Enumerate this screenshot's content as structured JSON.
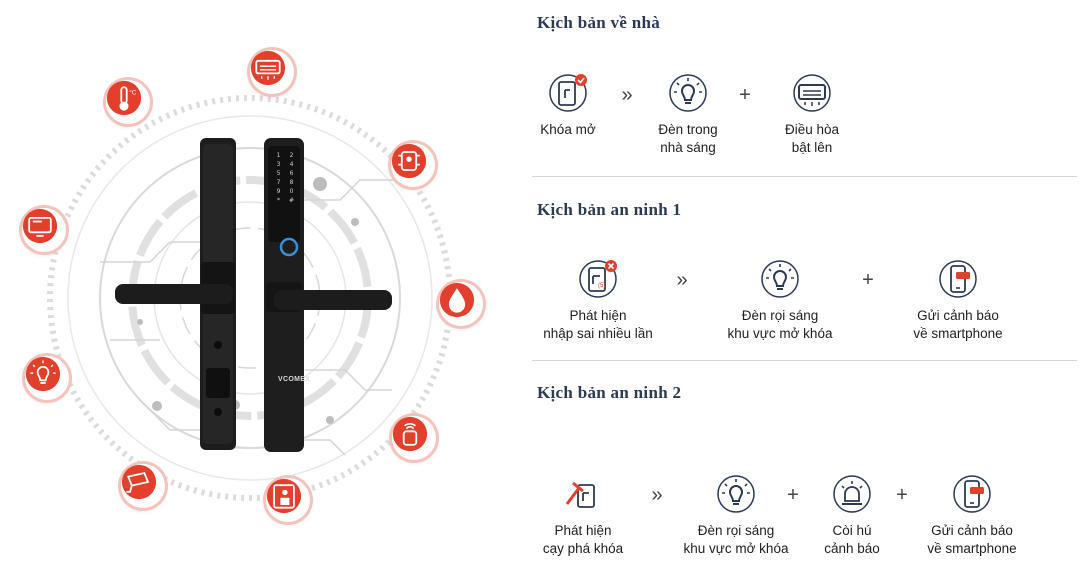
{
  "brand": {
    "logo_text": "VCOMEX"
  },
  "colors": {
    "accent_red": "#e2402c",
    "lock_black": "#1c1c1c",
    "icon_navy": "#2b3a55",
    "title_navy": "#2b3a55"
  },
  "keypad": [
    "1",
    "2",
    "3",
    "4",
    "5",
    "6",
    "7",
    "8",
    "9",
    "0",
    "*",
    "#"
  ],
  "orbit_icons": [
    "thermometer-icon",
    "air-conditioner-icon",
    "robot-vacuum-icon",
    "humidity-icon",
    "smart-plug-icon",
    "person-door-icon",
    "camera-icon",
    "light-bulb-icon",
    "tv-screen-icon"
  ],
  "scenarios": [
    {
      "title": "Kịch bản về nhà",
      "steps": [
        {
          "icon": "lock-open-icon",
          "label": "Khóa mở"
        },
        {
          "icon": "light-bulb-icon",
          "label": "Đèn trong\nnhà sáng"
        },
        {
          "icon": "air-conditioner-icon",
          "label": "Điều hòa\nbật lên"
        }
      ],
      "operators": [
        "»",
        "+"
      ]
    },
    {
      "title": "Kịch bản an ninh 1",
      "steps": [
        {
          "icon": "lock-wrong-code-icon",
          "label": "Phát hiện\nnhập sai nhiều lần"
        },
        {
          "icon": "light-bulb-icon",
          "label": "Đèn rọi sáng\nkhu vực mở khóa"
        },
        {
          "icon": "smartphone-alert-icon",
          "label": "Gửi cảnh báo\nvề smartphone"
        }
      ],
      "operators": [
        "»",
        "+"
      ]
    },
    {
      "title": "Kịch bản an ninh 2",
      "steps": [
        {
          "icon": "lock-hammer-icon",
          "label": "Phát hiện\ncạy phá khóa"
        },
        {
          "icon": "light-bulb-icon",
          "label": "Đèn rọi sáng\nkhu vực mở khóa"
        },
        {
          "icon": "siren-icon",
          "label": "Còi hú\ncảnh báo"
        },
        {
          "icon": "smartphone-alert-icon",
          "label": "Gửi cảnh báo\nvề smartphone"
        }
      ],
      "operators": [
        "»",
        "+",
        "+"
      ]
    }
  ]
}
